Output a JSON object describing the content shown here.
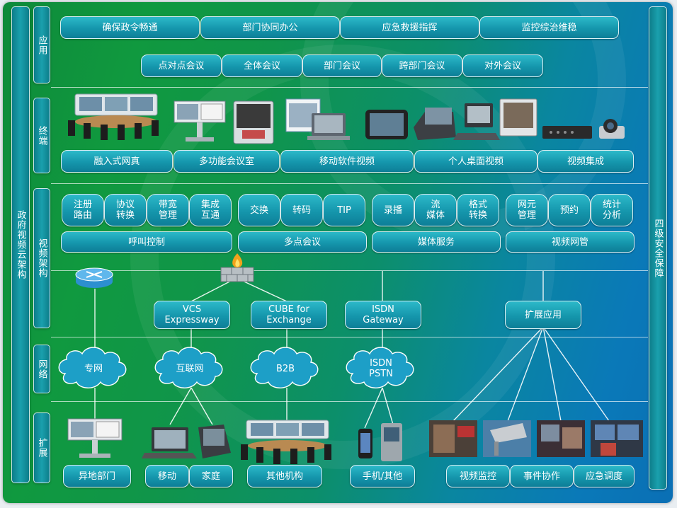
{
  "left_title": "政府视频云架构",
  "right_title": "四级安全保障",
  "layers": {
    "app": "应用",
    "terminal": "终端",
    "video": "视频架构",
    "network": "网络",
    "extension": "扩展"
  },
  "app_row1": [
    "确保政令畅通",
    "部门协同办公",
    "应急救援指挥",
    "监控综治维稳"
  ],
  "app_row2": [
    "点对点会议",
    "全体会议",
    "部门会议",
    "跨部门会议",
    "对外会议"
  ],
  "terminals": [
    "融入式网真",
    "多功能会议室",
    "移动软件视频",
    "个人桌面视频",
    "视频集成"
  ],
  "video_top": [
    "注册\n路由",
    "协议\n转换",
    "带宽\n管理",
    "集成\n互通",
    "交换",
    "转码",
    "TIP",
    "录播",
    "流\n媒体",
    "格式\n转换",
    "网元\n管理",
    "预约",
    "统计\n分析"
  ],
  "video_bottom": [
    "呼叫控制",
    "多点会议",
    "媒体服务",
    "视频网管"
  ],
  "gateways": [
    "VCS\nExpressway",
    "CUBE for\nExchange",
    "ISDN\nGateway",
    "扩展应用"
  ],
  "clouds": [
    "专网",
    "互联网",
    "B2B",
    "ISDN\nPSTN"
  ],
  "extensions": [
    "异地部门",
    "移动",
    "家庭",
    "其他机构",
    "手机/其他",
    "视频监控",
    "事件协作",
    "应急调度"
  ],
  "colors": {
    "accent": "#1aa0ad",
    "green": "#10993f",
    "blue": "#0a6fb5"
  },
  "icons": [
    "router-icon",
    "firewall-icon"
  ]
}
